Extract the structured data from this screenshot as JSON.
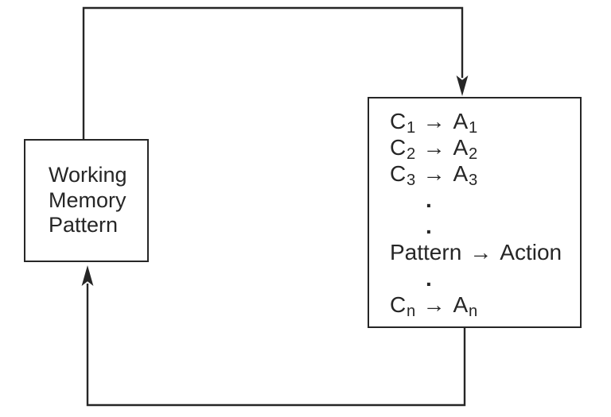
{
  "colors": {
    "background": "#ffffff",
    "line": "#262626",
    "text": "#262626"
  },
  "working_memory_box": {
    "lines": [
      "Working",
      "Memory",
      "Pattern"
    ]
  },
  "production_rules_box": {
    "arrow": "→",
    "ellipsis_dot": ".",
    "rules": [
      {
        "condition": "C",
        "condition_sub": "1",
        "action": "A",
        "action_sub": "1"
      },
      {
        "condition": "C",
        "condition_sub": "2",
        "action": "A",
        "action_sub": "2"
      },
      {
        "condition": "C",
        "condition_sub": "3",
        "action": "A",
        "action_sub": "3"
      }
    ],
    "generic_rule": {
      "condition": "Pattern",
      "action": "Action"
    },
    "last_rule": {
      "condition": "C",
      "condition_sub": "n",
      "action": "A",
      "action_sub": "n"
    }
  }
}
